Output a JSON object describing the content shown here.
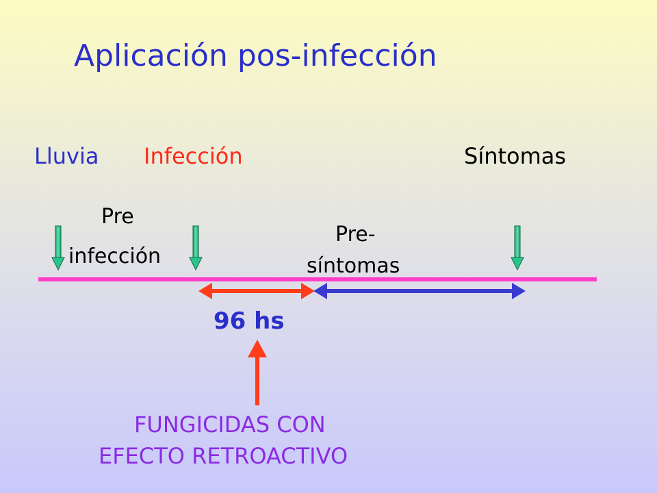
{
  "title": "Aplicación pos-infección",
  "events": {
    "lluvia": "Lluvia",
    "infeccion": "Infección",
    "sintomas": "Síntomas"
  },
  "periods": {
    "pre_infeccion_line1": "Pre",
    "pre_infeccion_line2": "infección",
    "pre_sintomas_line1": "Pre-",
    "pre_sintomas_line2": "síntomas"
  },
  "duration_label": "96 hs",
  "fungicidas_line1": "FUNGICIDAS CON",
  "fungicidas_line2": "EFECTO RETROACTIVO",
  "colors": {
    "title": "#2b2fc9",
    "timeline": "#ff3fc8",
    "red_arrow": "#ff3d1a",
    "blue_arrow": "#3a3ad0",
    "event_arrow": "#2bc48a",
    "purple_text": "#8a2be2"
  }
}
